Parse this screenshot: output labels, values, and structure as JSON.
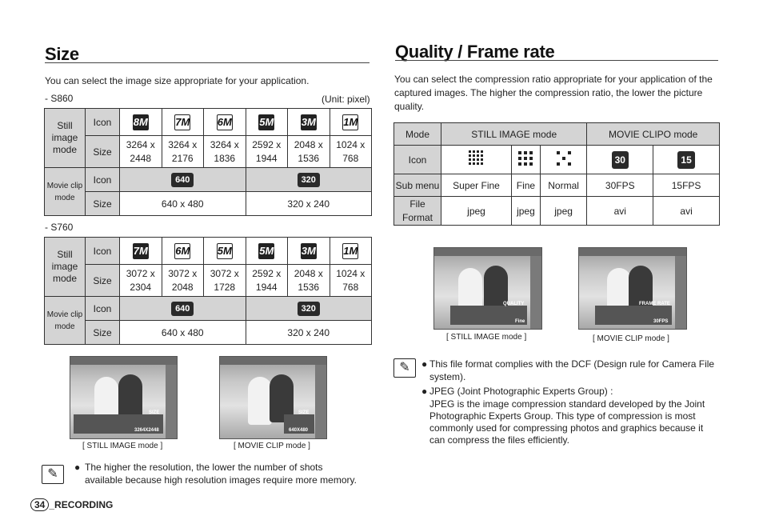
{
  "size_section": {
    "title": "Size",
    "intro": "You can select the image size appropriate for your application.",
    "s860_label": "- S860",
    "unit": "(Unit: pixel)",
    "s760_label": "- S760",
    "row_still": "Still image mode",
    "row_movie": "Movie clip mode",
    "icon_label": "Icon",
    "size_label": "Size",
    "s860_icons": [
      "8M",
      "7M",
      "6M",
      "5M",
      "3M",
      "1M"
    ],
    "s860_sizes_top": [
      "3264 x",
      "3264 x",
      "3264 x",
      "2592 x",
      "2048 x",
      "1024 x"
    ],
    "s860_sizes_bottom": [
      "2448",
      "2176",
      "1836",
      "1944",
      "1536",
      "768"
    ],
    "s760_icons": [
      "7M",
      "6M",
      "5M",
      "5M",
      "3M",
      "1M"
    ],
    "s760_sizes_top": [
      "3072 x",
      "3072 x",
      "3072 x",
      "2592 x",
      "2048 x",
      "1024 x"
    ],
    "s760_sizes_bottom": [
      "2304",
      "2048",
      "1728",
      "1944",
      "1536",
      "768"
    ],
    "movie_icons": [
      "640",
      "320"
    ],
    "movie_sizes": [
      "640 x 480",
      "320 x 240"
    ],
    "caption_still": "[ STILL IMAGE mode ]",
    "caption_movie": "[ MOVIE CLIP mode ]",
    "note": "The higher the resolution, the lower the number of shots available because high resolution images require more memory."
  },
  "quality_section": {
    "title": "Quality / Frame rate",
    "intro": "You can select the compression ratio appropriate for your application of the captured images. The higher the compression ratio, the lower the picture quality.",
    "header_mode": "Mode",
    "header_still": "STILL IMAGE mode",
    "header_movie": "MOVIE CLIPO mode",
    "row_icon": "Icon",
    "row_submenu": "Sub menu",
    "row_format": "File Format",
    "submenus": [
      "Super Fine",
      "Fine",
      "Normal",
      "30FPS",
      "15FPS"
    ],
    "formats": [
      "jpeg",
      "jpeg",
      "jpeg",
      "avi",
      "avi"
    ],
    "fps_icons": [
      "30",
      "15"
    ],
    "caption_still": "[ STILL IMAGE mode ]",
    "caption_movie": "[ MOVIE CLIP mode ]",
    "note1": "This file format complies with the DCF (Design rule for Camera File system).",
    "note2": "JPEG (Joint Photographic Experts Group) :",
    "note3": "JPEG is the image compression standard developed by the Joint Photographic Experts Group. This type of compression is most commonly used for compressing photos and graphics because it can compress the files efficiently."
  },
  "lcd": {
    "size_label": "SIZE",
    "size_value": "3264X2448",
    "movie_size_value": "640X480",
    "quality_label": "QUALITY",
    "quality_value": "Fine",
    "frame_rate_label": "FRAME RATE",
    "frame_rate_value": "30FPS"
  },
  "footer": {
    "page": "34",
    "section": "_RECORDING"
  }
}
